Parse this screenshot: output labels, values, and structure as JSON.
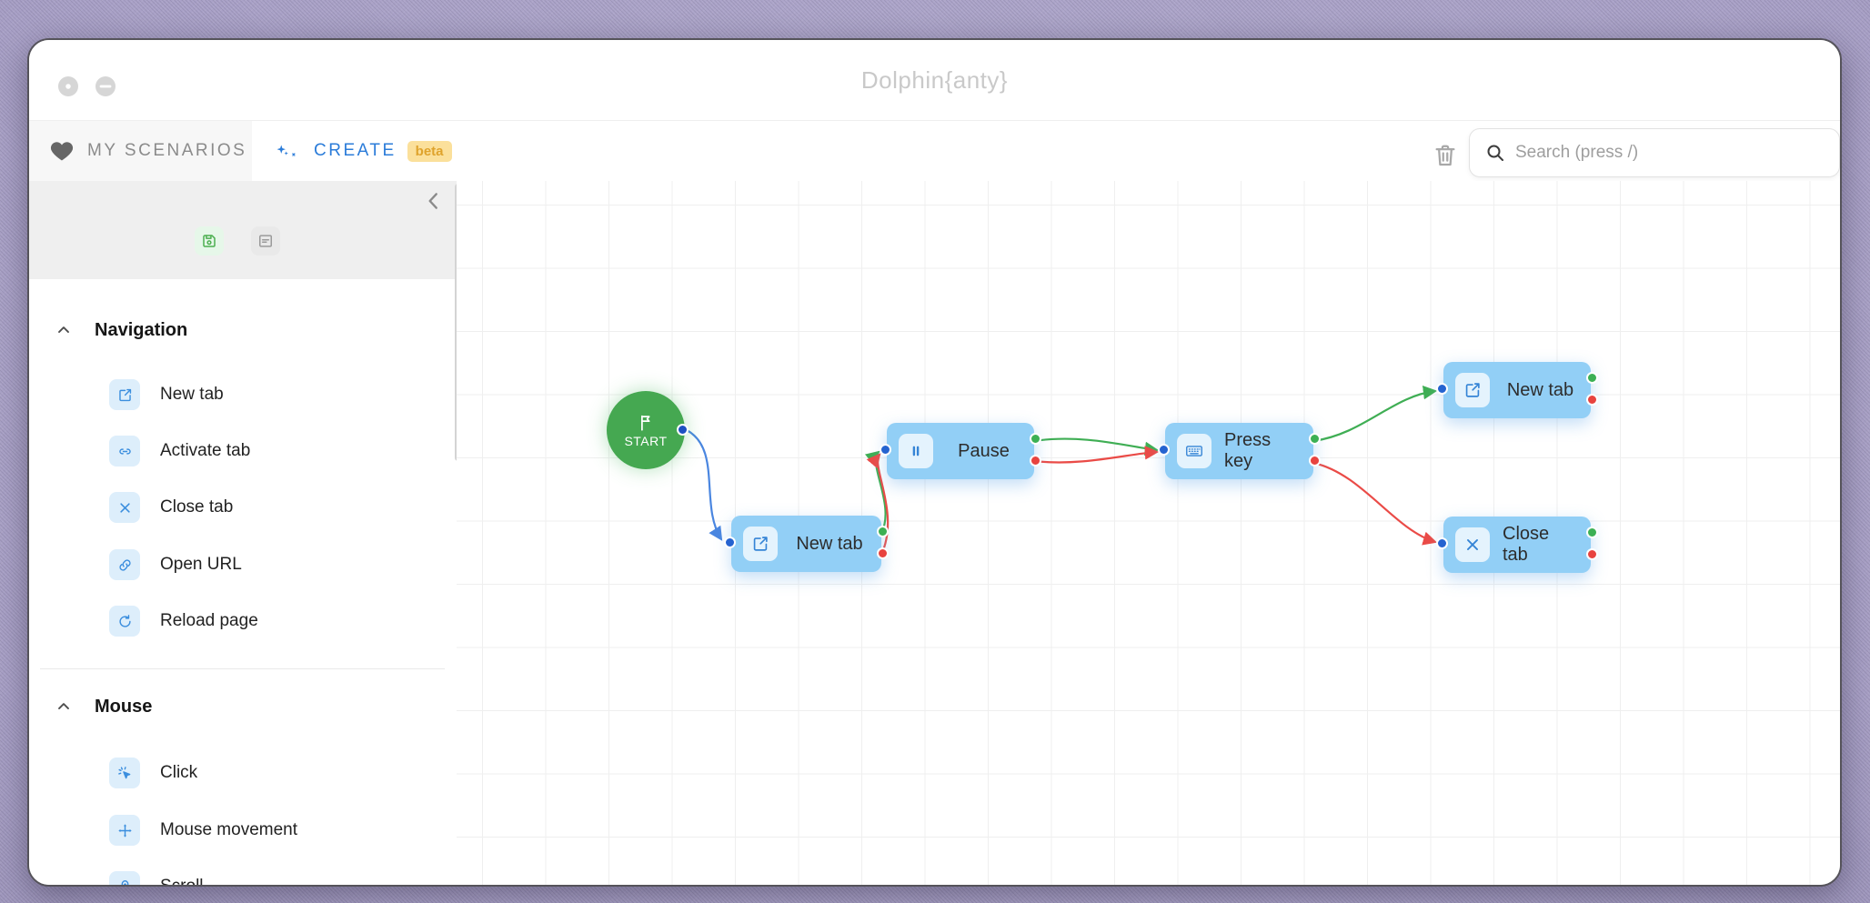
{
  "window": {
    "title": "Dolphin{anty}",
    "controls": [
      {
        "name": "window-dot-button",
        "icon": "dot"
      },
      {
        "name": "window-minimize-button",
        "icon": "minus"
      }
    ]
  },
  "tabs": {
    "scenarios": {
      "label": "MY SCENARIOS",
      "icon": "heart",
      "active": false
    },
    "create": {
      "label": "CREATE",
      "icon": "sparkles",
      "badge": "beta",
      "active": true
    }
  },
  "toolbar": {
    "trash_icon": "trash",
    "search": {
      "icon": "search",
      "placeholder": "Search (press /)",
      "value": ""
    }
  },
  "sidebar": {
    "collapse_icon": "chevron-left",
    "header_icons": [
      {
        "name": "save-scenario-button",
        "icon": "save"
      },
      {
        "name": "scenario-form-button",
        "icon": "form"
      }
    ],
    "sections": [
      {
        "title": "Navigation",
        "collapse_icon": "chevron-up",
        "items": [
          {
            "label": "New tab",
            "icon": "external"
          },
          {
            "label": "Activate tab",
            "icon": "link-tab"
          },
          {
            "label": "Close tab",
            "icon": "close"
          },
          {
            "label": "Open URL",
            "icon": "link"
          },
          {
            "label": "Reload page",
            "icon": "reload"
          }
        ]
      },
      {
        "title": "Mouse",
        "collapse_icon": "chevron-up",
        "items": [
          {
            "label": "Click",
            "icon": "click"
          },
          {
            "label": "Mouse movement",
            "icon": "move"
          },
          {
            "label": "Scroll",
            "icon": "scroll"
          }
        ]
      }
    ]
  },
  "canvas": {
    "nodes": [
      {
        "id": "start",
        "label": "START",
        "icon": "flag",
        "type": "start"
      },
      {
        "id": "newtab1",
        "label": "New tab",
        "icon": "external",
        "type": "action"
      },
      {
        "id": "pause",
        "label": "Pause",
        "icon": "pause",
        "type": "action"
      },
      {
        "id": "presskey",
        "label": "Press key",
        "icon": "keyboard",
        "type": "action"
      },
      {
        "id": "newtab2",
        "label": "New tab",
        "icon": "external",
        "type": "action"
      },
      {
        "id": "closetab",
        "label": "Close tab",
        "icon": "close",
        "type": "action"
      }
    ],
    "edges": [
      {
        "from": "start",
        "to": "newtab1",
        "type": "flow",
        "color": "blue"
      },
      {
        "from": "newtab1",
        "to": "pause",
        "type": "success",
        "color": "green"
      },
      {
        "from": "newtab1",
        "to": "pause",
        "type": "error",
        "color": "red"
      },
      {
        "from": "pause",
        "to": "presskey",
        "type": "success",
        "color": "green"
      },
      {
        "from": "pause",
        "to": "presskey",
        "type": "error",
        "color": "red"
      },
      {
        "from": "presskey",
        "to": "newtab2",
        "type": "success",
        "color": "green"
      },
      {
        "from": "presskey",
        "to": "closetab",
        "type": "error",
        "color": "red"
      }
    ]
  },
  "colors": {
    "accent": "#2b7cd9",
    "node_fill": "#92cff6",
    "node_icon_bg": "#e4f3fd",
    "node_icon": "#3584d6",
    "start_green": "#45a851",
    "port_in": "#2563d0",
    "port_success": "#3cb054",
    "port_error": "#e8433f",
    "edge_blue": "#4a86e0",
    "edge_green": "#3fae54",
    "edge_red": "#ea4b47",
    "badge_bg": "#fbe09b",
    "badge_text": "#dfa32c",
    "grid": "#efefef",
    "surround": "#a9a2c6"
  }
}
